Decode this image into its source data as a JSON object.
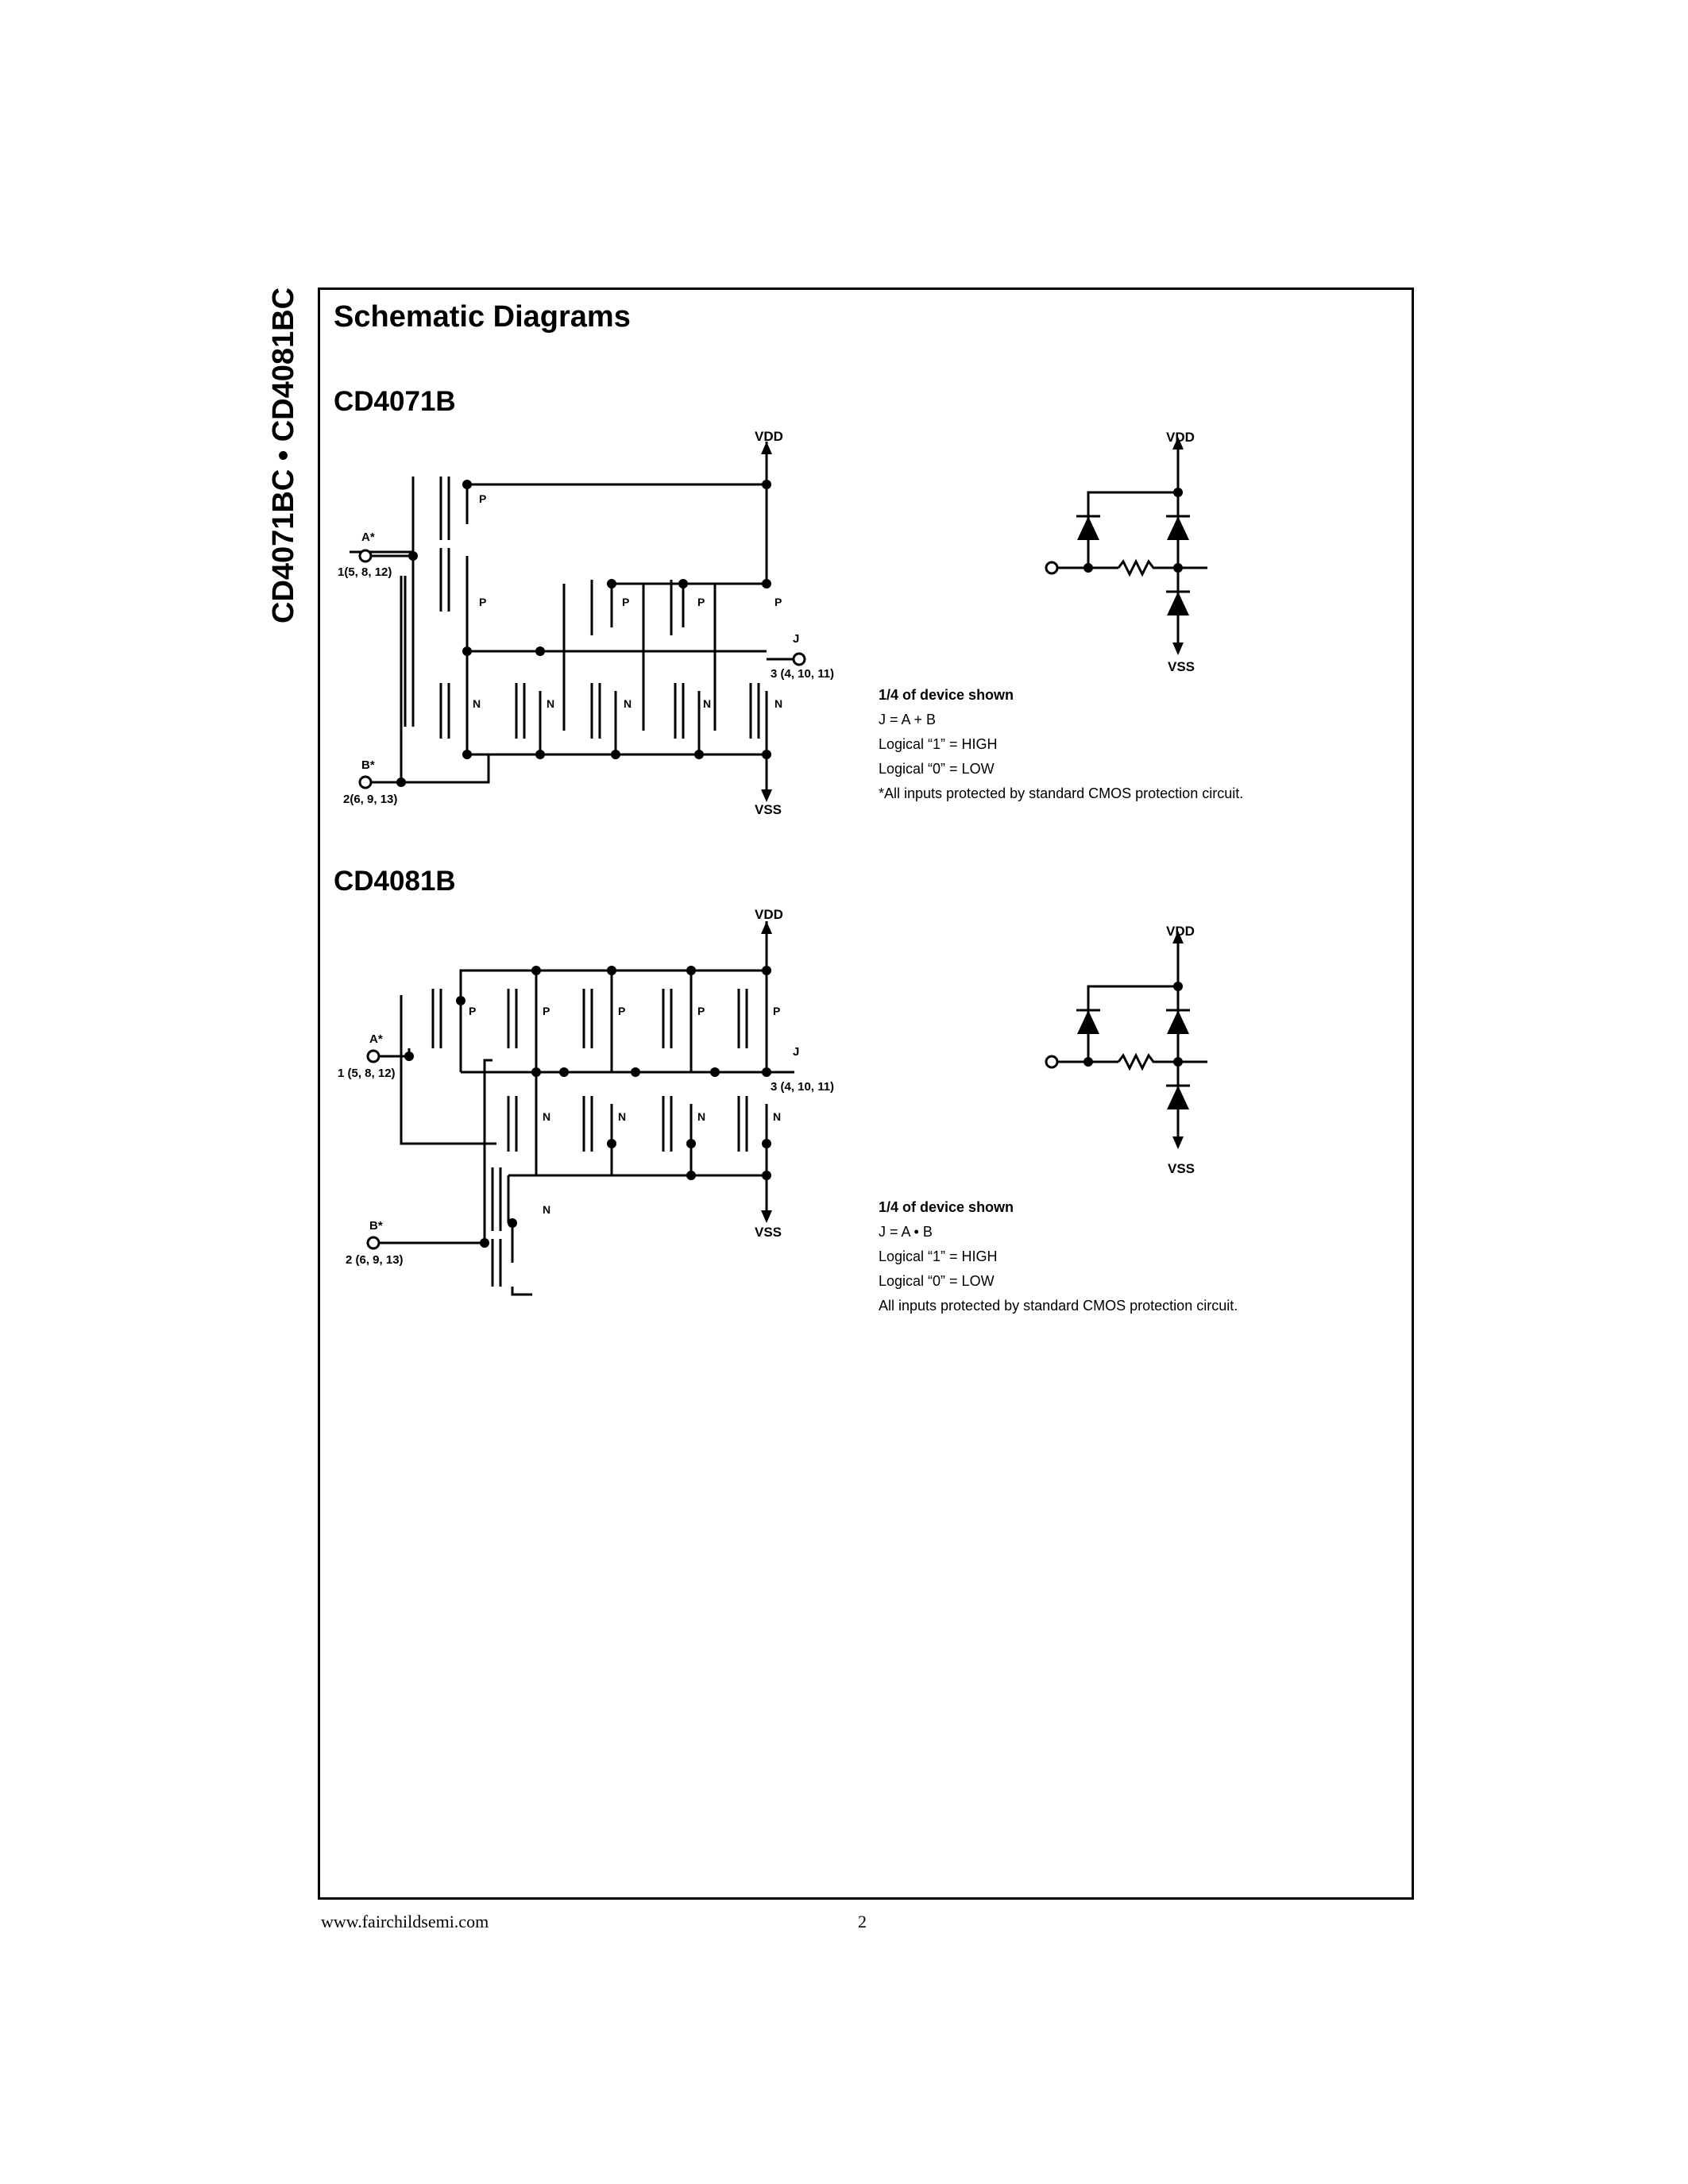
{
  "side_title": "CD4071BC • CD4081BC",
  "section_title": "Schematic Diagrams",
  "diagrams": [
    {
      "id": "cd4071b",
      "title": "CD4071B",
      "labels": {
        "vdd": "VDD",
        "vss": "VSS",
        "a": "A*",
        "a_pins": "1(5, 8, 12)",
        "b": "B*",
        "b_pins": "2(6, 9, 13)",
        "j": "J",
        "j_pins": "3 (4, 10, 11)",
        "p": "P",
        "n": "N"
      },
      "protection": {
        "vdd": "VDD",
        "vss": "VSS"
      },
      "notes": [
        "1/4 of device shown",
        "J = A + B",
        "Logical “1” = HIGH",
        "Logical “0” = LOW",
        "*All inputs protected by standard CMOS protection circuit."
      ]
    },
    {
      "id": "cd4081b",
      "title": "CD4081B",
      "labels": {
        "vdd": "VDD",
        "vss": "VSS",
        "a": "A*",
        "a_pins": "1 (5, 8, 12)",
        "b": "B*",
        "b_pins": "2 (6, 9, 13)",
        "j": "J",
        "j_pins": "3 (4, 10, 11)",
        "p": "P",
        "n": "N"
      },
      "protection": {
        "vdd": "VDD",
        "vss": "VSS"
      },
      "notes": [
        "1/4 of device shown",
        "J = A • B",
        "Logical “1” = HIGH",
        "Logical “0” = LOW",
        "All inputs protected by standard CMOS protection circuit."
      ]
    }
  ],
  "footer": {
    "url": "www.fairchildsemi.com",
    "page": "2"
  }
}
